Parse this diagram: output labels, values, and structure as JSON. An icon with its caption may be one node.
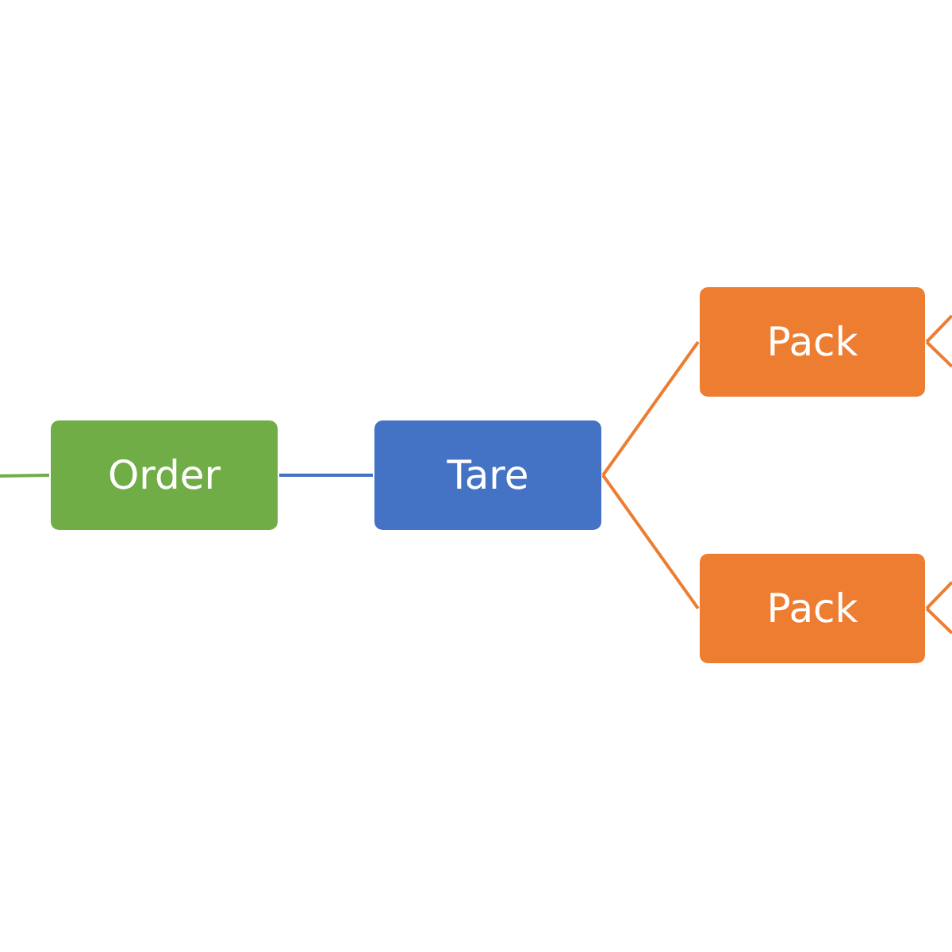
{
  "diagram": {
    "nodes": [
      {
        "text": [
          "Order"
        ]
      },
      {
        "text": [
          "Tare"
        ]
      },
      {
        "text": [
          "Pack"
        ]
      },
      {
        "text": [
          "Pack"
        ]
      }
    ],
    "edges": [
      {
        "from": null,
        "to": 0,
        "arrow": "none",
        "color": "#70ad47"
      },
      {
        "from": 0,
        "to": 1,
        "arrow": "none",
        "color": "#4472c4"
      },
      {
        "from": 1,
        "to": 2,
        "arrow": "none"
      },
      {
        "from": 1,
        "to": 3,
        "arrow": "none"
      },
      {
        "from": 2,
        "to": null,
        "arrow": "none"
      },
      {
        "from": 2,
        "to": null,
        "arrow": "none"
      },
      {
        "from": 3,
        "to": null,
        "arrow": "none"
      },
      {
        "from": 3,
        "to": null,
        "arrow": "none"
      }
    ]
  }
}
